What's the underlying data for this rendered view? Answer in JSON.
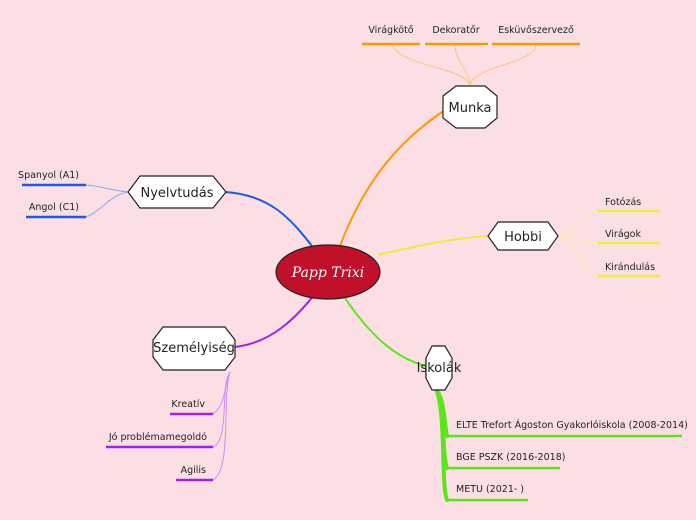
{
  "mindmap": {
    "center": {
      "label": "Papp Trixi",
      "color": "#c0102a"
    },
    "branches": {
      "munka": {
        "label": "Munka",
        "color": "#ff9900",
        "items": [
          "Virágkötő",
          "Dekoratőr",
          "Esküvőszervező"
        ]
      },
      "hobbi": {
        "label": "Hobbi",
        "color": "#e6f03a",
        "items": [
          "Fotózás",
          "Virágok",
          "Kirándulás"
        ]
      },
      "iskolak": {
        "label": "Iskolák",
        "color": "#5ce61a",
        "items": [
          "ELTE Trefort Ágoston Gyakorlóiskola (2008-2014)",
          "BGE PSZK (2016-2018)",
          "METU (2021- )"
        ]
      },
      "szemelyiseg": {
        "label": "Személyiség",
        "color": "#a020f0",
        "items": [
          "Kreatív",
          "Jó problémamegoldó",
          "Agilis"
        ]
      },
      "nyelvtudas": {
        "label": "Nyelvtudás",
        "color": "#1a5ce6",
        "items": [
          "Spanyol (A1)",
          "Angol (C1)"
        ]
      }
    }
  }
}
